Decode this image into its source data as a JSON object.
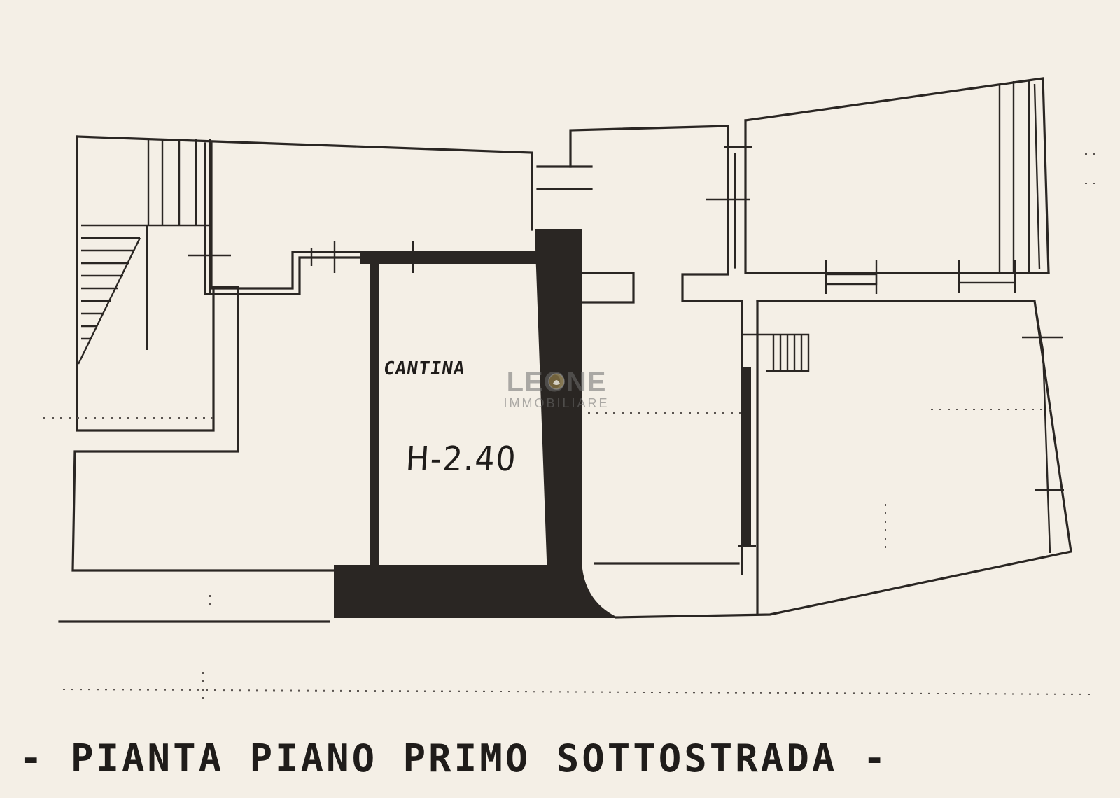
{
  "plan": {
    "title": "- PIANTA PIANO PRIMO SOTTOSTRADA -",
    "room": {
      "name": "CANTINA",
      "height": "H-2.40"
    }
  },
  "watermark": {
    "brand": "LEONE",
    "subtitle": "IMMOBILIARE",
    "icon": "lion-icon",
    "color": "#6e6e6e"
  },
  "colors": {
    "paper": "#f4efe6",
    "ink": "#2a2623"
  }
}
